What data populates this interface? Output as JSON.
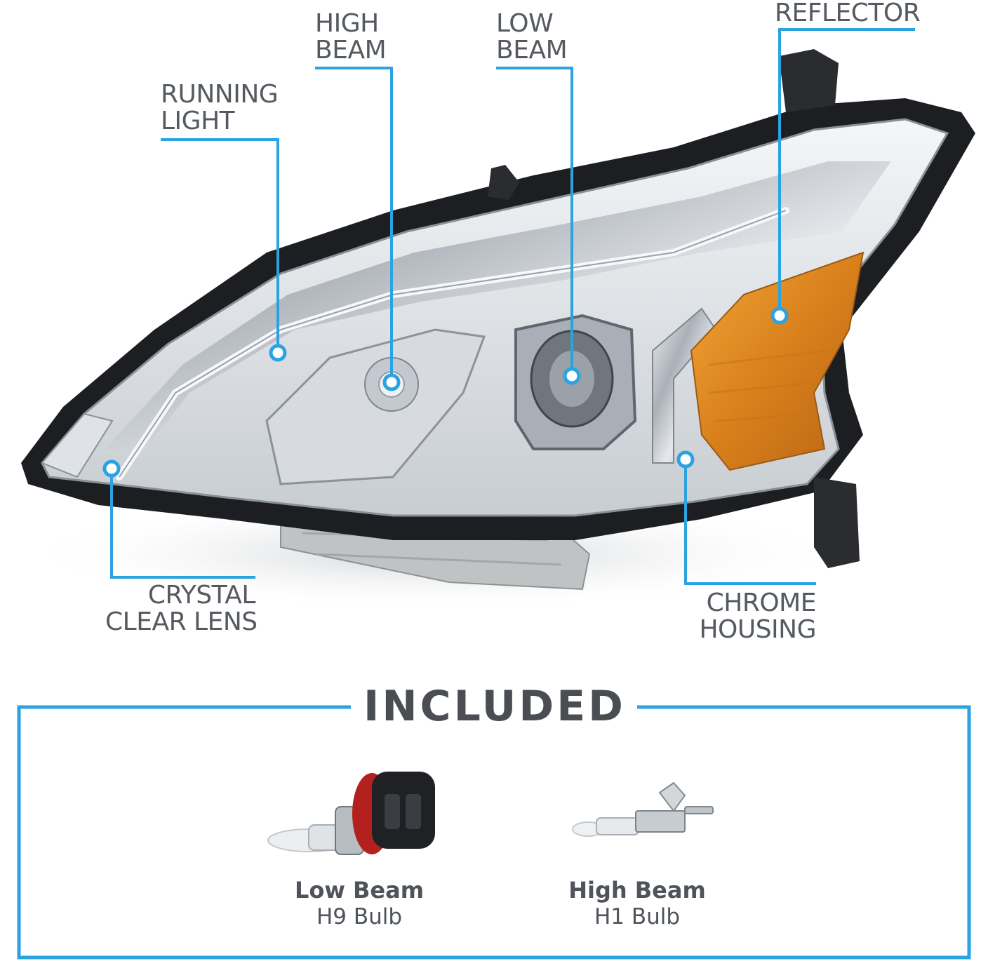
{
  "callouts": {
    "running_light": [
      "RUNNING",
      "LIGHT"
    ],
    "high_beam": [
      "HIGH",
      "BEAM"
    ],
    "low_beam": [
      "LOW",
      "BEAM"
    ],
    "reflector": [
      "REFLECTOR"
    ],
    "crystal_clear_lens": [
      "CRYSTAL",
      "CLEAR LENS"
    ],
    "chrome_housing": [
      "CHROME",
      "HOUSING"
    ]
  },
  "included": {
    "title": "INCLUDED",
    "bulbs": [
      {
        "name": "Low Beam",
        "type": "H9 Bulb",
        "icon": "h9-bulb-icon"
      },
      {
        "name": "High Beam",
        "type": "H1 Bulb",
        "icon": "h1-bulb-icon"
      }
    ]
  },
  "colors": {
    "accent": "#2aa3e0",
    "text": "#555a60",
    "amber": "#e08a1c",
    "housing_dark": "#1c1e21",
    "chrome": "#b9bec4"
  }
}
